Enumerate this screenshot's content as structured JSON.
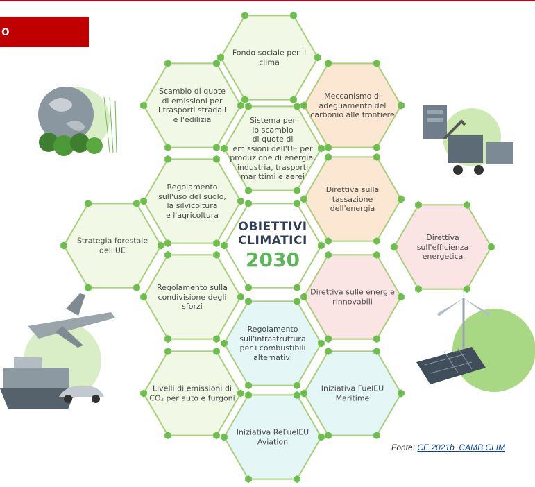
{
  "header": {
    "badge_text": "o"
  },
  "center": {
    "line1": "OBIETTIVI",
    "line2": "CLIMATICI",
    "year": "2030"
  },
  "hexagons": [
    {
      "id": "fondo-sociale",
      "text": "Fondo sociale per il\nclima",
      "fill": "#f1f8e6"
    },
    {
      "id": "scambio-quote-trasporti",
      "text": "Scambio di quote\ndi emissioni per\ni trasporti stradali\ne l'edilizia",
      "fill": "#f1f8e6"
    },
    {
      "id": "meccanismo-adeguamento",
      "text": "Meccanismo di\nadeguamento del\ncarbonio alle frontiere",
      "fill": "#fbe7d2"
    },
    {
      "id": "sistema-scambio-ue",
      "text": "Sistema per\nlo scambio\ndi quote di\nemissioni dell'UE per\nproduzione di energia,\nindustria, trasporti\nmarittimi e aerei",
      "fill": "#f1f8e6"
    },
    {
      "id": "regolamento-suolo",
      "text": "Regolamento\nsull'uso del suolo,\nla silvicoltura\ne l'agricoltura",
      "fill": "#f1f8e6"
    },
    {
      "id": "tassazione-energia",
      "text": "Direttiva sulla\ntassazione dell'energia",
      "fill": "#fbe7d2"
    },
    {
      "id": "strategia-forestale",
      "text": "Strategia forestale\ndell'UE",
      "fill": "#f1f8e6"
    },
    {
      "id": "efficienza-energetica",
      "text": "Direttiva\nsull'efficienza\nenergetica",
      "fill": "#fbe4e4"
    },
    {
      "id": "condivisione-sforzi",
      "text": "Regolamento sulla\ncondivisione degli\nsforzi",
      "fill": "#f1f8e6"
    },
    {
      "id": "energie-rinnovabili",
      "text": "Direttiva sulle energie\nrinnovabili",
      "fill": "#fbe4e4"
    },
    {
      "id": "infrastruttura-combustibili",
      "text": "Regolamento\nsull'infrastruttura\nper i combustibili\nalternativi",
      "fill": "#e4f6f6"
    },
    {
      "id": "livelli-co2",
      "text": "Livelli di emissioni di\nCO₂ per auto e furgoni",
      "fill": "#f1f8e6"
    },
    {
      "id": "fueleu-maritime",
      "text": "Iniziativa FuelEU\nMaritime",
      "fill": "#e4f6f6"
    },
    {
      "id": "refueleu-aviation",
      "text": "Iniziativa ReFuelEU\nAviation",
      "fill": "#e4f6f6"
    }
  ],
  "source": {
    "label": "Fonte:",
    "link_text": "CE 2021b_CAMB CLIM"
  },
  "colors": {
    "accent_red": "#c00000",
    "hex_border": "#a8cf7a",
    "node": "#6cbf4a",
    "center_text": "#2f3e56",
    "year": "#5cb65a"
  }
}
